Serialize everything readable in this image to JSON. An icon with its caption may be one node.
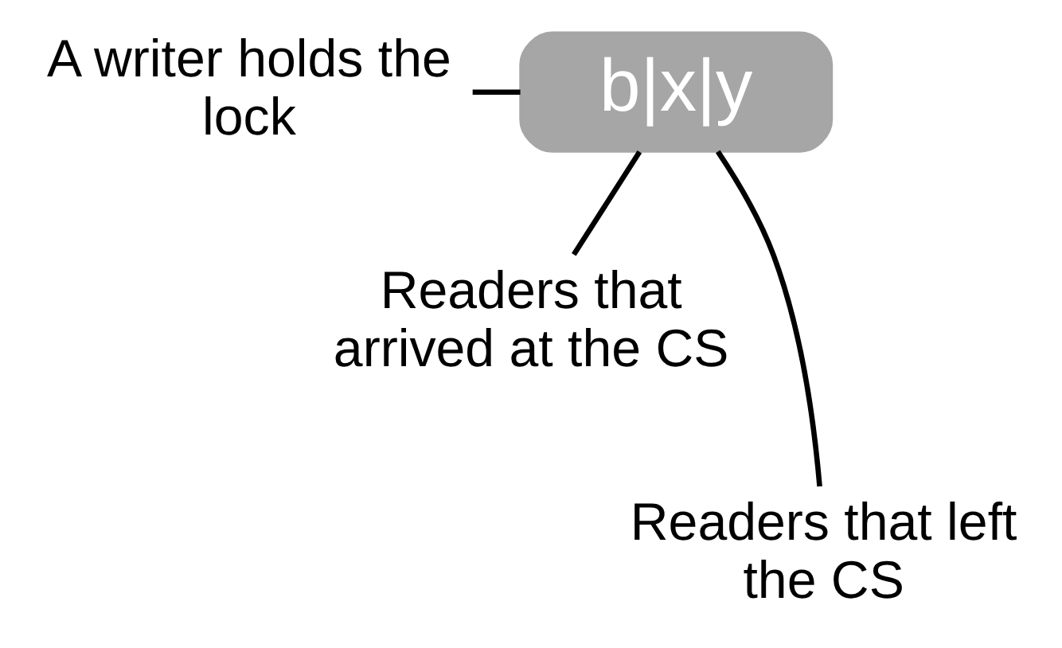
{
  "diagram": {
    "nodes": [
      {
        "text": [
          "A writer holds the lock"
        ]
      },
      {
        "text": [
          "b|x|y"
        ]
      },
      {
        "text": [
          "Readers that arrived at the CS"
        ]
      },
      {
        "text": [
          "Readers that left the CS"
        ]
      }
    ],
    "edges": [
      {
        "from": 0,
        "to": 1,
        "arrow": "none"
      },
      {
        "from": 2,
        "to": 1,
        "arrow": "none"
      },
      {
        "from": 3,
        "to": 1,
        "arrow": "none"
      }
    ]
  }
}
